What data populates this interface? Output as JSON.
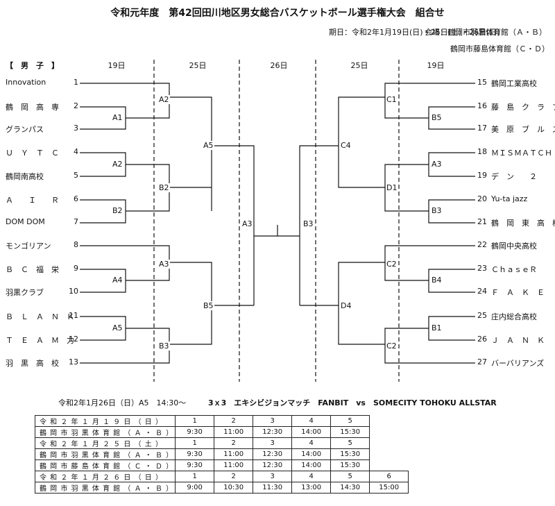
{
  "title": "令和元年度　第42回田川地区男女総合バスケットボール選手権大会　組合せ",
  "meta": {
    "dates": "期日：令和2年1月19日(日)・25日(土)・26日(日)",
    "venue1": "会場：鶴岡市羽黒体育館（Ａ・Ｂ）",
    "venue2": "鶴岡市藤島体育館（Ｃ・Ｄ）"
  },
  "section": "【　男　子　】",
  "day_headers": [
    "19日",
    "25日",
    "26日",
    "25日",
    "19日"
  ],
  "left_teams": [
    {
      "num": "1",
      "name": "Innovation"
    },
    {
      "num": "2",
      "name": "鶴　岡　高　専"
    },
    {
      "num": "3",
      "name": "グランパス"
    },
    {
      "num": "4",
      "name": "Ｕ　Ｙ　Ｔ　Ｃ"
    },
    {
      "num": "5",
      "name": "鶴岡南高校"
    },
    {
      "num": "6",
      "name": "Ａ　　Ｉ　　Ｒ"
    },
    {
      "num": "7",
      "name": "DOM DOM"
    },
    {
      "num": "8",
      "name": "モンゴリアン"
    },
    {
      "num": "9",
      "name": "Ｂ　Ｃ　福　栄"
    },
    {
      "num": "10",
      "name": "羽黒クラブ"
    },
    {
      "num": "11",
      "name": "Ｂ　Ｌ　Ａ　Ｎ　Ｋ"
    },
    {
      "num": "12",
      "name": "Ｔ　Ｅ　Ａ　Ｍ　力"
    },
    {
      "num": "13",
      "name": "羽　黒　高　校"
    }
  ],
  "right_teams": [
    {
      "num": "15",
      "name": "鶴岡工業高校"
    },
    {
      "num": "16",
      "name": "藤　島　ク　ラ　ブ"
    },
    {
      "num": "17",
      "name": "美　原　ブ　ル　ズ"
    },
    {
      "num": "18",
      "name": "ＭＩＳＭＡＴＣＨ"
    },
    {
      "num": "19",
      "name": "デ　ン　　２"
    },
    {
      "num": "20",
      "name": "Yu-ta jazz"
    },
    {
      "num": "21",
      "name": "鶴　岡　東　高　校"
    },
    {
      "num": "22",
      "name": "鶴岡中央高校"
    },
    {
      "num": "23",
      "name": "ＣｈａｓｅＲ"
    },
    {
      "num": "24",
      "name": "Ｆ　Ａ　Ｋ　Ｅ"
    },
    {
      "num": "25",
      "name": "庄内総合高校"
    },
    {
      "num": "26",
      "name": "Ｊ　Ａ　Ｎ　Ｋ"
    },
    {
      "num": "27",
      "name": "バーバリアンズ"
    }
  ],
  "match_labels": {
    "A1": "A1",
    "A2": "A2",
    "B2": "B2",
    "A4": "A4",
    "A5": "A5",
    "A2r3": "A2",
    "B2r3": "B2",
    "A3": "A3",
    "B3": "B3",
    "A5r4": "A5",
    "B5": "B5",
    "A3f": "A3",
    "B3f": "B3",
    "C1": "C1",
    "B5r": "B5",
    "A3r": "A3",
    "D1": "D1",
    "B3r": "B3",
    "C2a": "C2",
    "B4": "B4",
    "B1": "B1",
    "C2b": "C2",
    "C4": "C4",
    "D4": "D4"
  },
  "exhibition": {
    "date": "令和2年1月26日（日）A5　14:30〜",
    "title": "3ｘ3　エキシビジョンマッチ　FANBIT　vs　SOMECITY TOHOKU ALLSTAR"
  },
  "schedule": [
    {
      "label": "令 和 ２ 年 １ 月 １ ９ 日 （ 日 ）",
      "cells": [
        "1",
        "2",
        "3",
        "4",
        "5"
      ],
      "header": true
    },
    {
      "label": "鶴 岡 市 羽 黒 体 育 館 （ Ａ ・ Ｂ ）",
      "cells": [
        "9:30",
        "11:00",
        "12:30",
        "14:00",
        "15:30"
      ]
    },
    {
      "label": "令 和 ２ 年 １ 月 ２ ５ 日 （ 土 ）",
      "cells": [
        "1",
        "2",
        "3",
        "4",
        "5"
      ],
      "header": true
    },
    {
      "label": "鶴 岡 市 羽 黒 体 育 館 （ Ａ ・ Ｂ ）",
      "cells": [
        "9:30",
        "11:00",
        "12:30",
        "14:00",
        "15:30"
      ]
    },
    {
      "label": "鶴 岡 市 藤 島 体 育 館 （ Ｃ ・ Ｄ ）",
      "cells": [
        "9:30",
        "11:00",
        "12:30",
        "14:00",
        "15:30"
      ]
    },
    {
      "label": "令 和 ２ 年 １ 月 ２ ６ 日 （ 日 ）",
      "cells": [
        "1",
        "2",
        "3",
        "4",
        "5",
        "6"
      ],
      "header": true
    },
    {
      "label": "鶴 岡 市 羽 黒 体 育 館 （ Ａ ・ Ｂ ）",
      "cells": [
        "9:00",
        "10:30",
        "11:30",
        "13:00",
        "14:30",
        "15:00"
      ]
    }
  ]
}
